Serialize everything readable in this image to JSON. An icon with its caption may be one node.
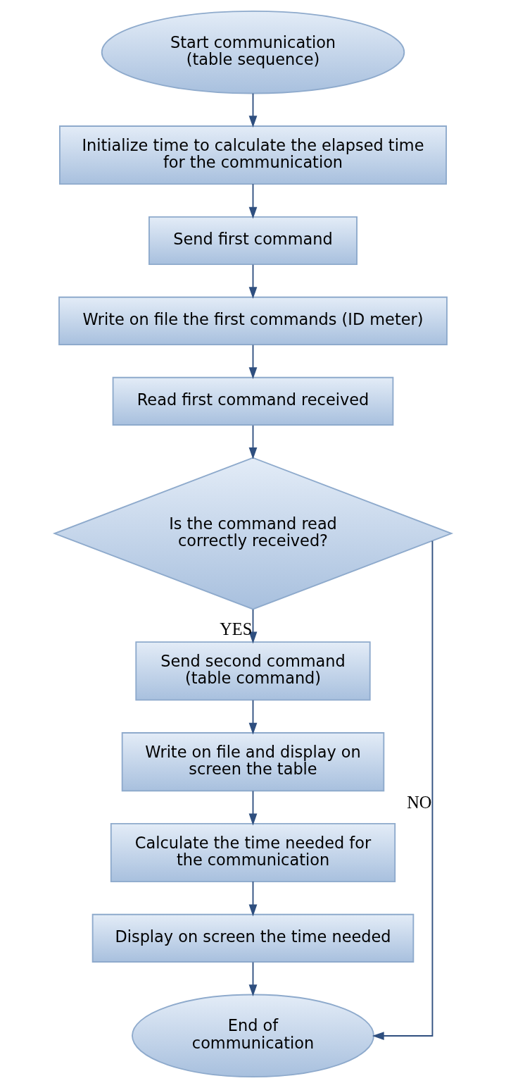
{
  "diagram": {
    "nodes": [
      {
        "text": [
          "Start communication (table sequence)"
        ]
      },
      {
        "text": [
          "Initialize time to calculate the elapsed time for the communication"
        ]
      },
      {
        "text": [
          "Send first command"
        ]
      },
      {
        "text": [
          "Write on file the first commands (ID meter)"
        ]
      },
      {
        "text": [
          "Read first command received"
        ]
      },
      {
        "text": [
          "Is the command read correctly received?"
        ]
      },
      {
        "text": [
          "Send second command (table command)"
        ]
      },
      {
        "text": [
          "Write on file and display on screen the table"
        ]
      },
      {
        "text": [
          "Calculate the time needed for the communication"
        ]
      },
      {
        "text": [
          "Display on screen the time needed"
        ]
      },
      {
        "text": [
          "End of communication"
        ]
      }
    ],
    "edges": [
      {
        "from": 0,
        "to": 1,
        "arrow": "to"
      },
      {
        "from": 1,
        "to": 2,
        "arrow": "to"
      },
      {
        "from": 2,
        "to": 3,
        "arrow": "to"
      },
      {
        "from": 3,
        "to": 4,
        "arrow": "to"
      },
      {
        "from": 4,
        "to": 5,
        "arrow": "to"
      },
      {
        "from": 5,
        "to": 6,
        "arrow": "to",
        "label": "YES"
      },
      {
        "from": 6,
        "to": 7,
        "arrow": "to"
      },
      {
        "from": 7,
        "to": 8,
        "arrow": "to"
      },
      {
        "from": 8,
        "to": 9,
        "arrow": "to"
      },
      {
        "from": 9,
        "to": 10,
        "arrow": "to"
      },
      {
        "from": 5,
        "to": 10,
        "arrow": "to",
        "label": "NO"
      }
    ]
  }
}
